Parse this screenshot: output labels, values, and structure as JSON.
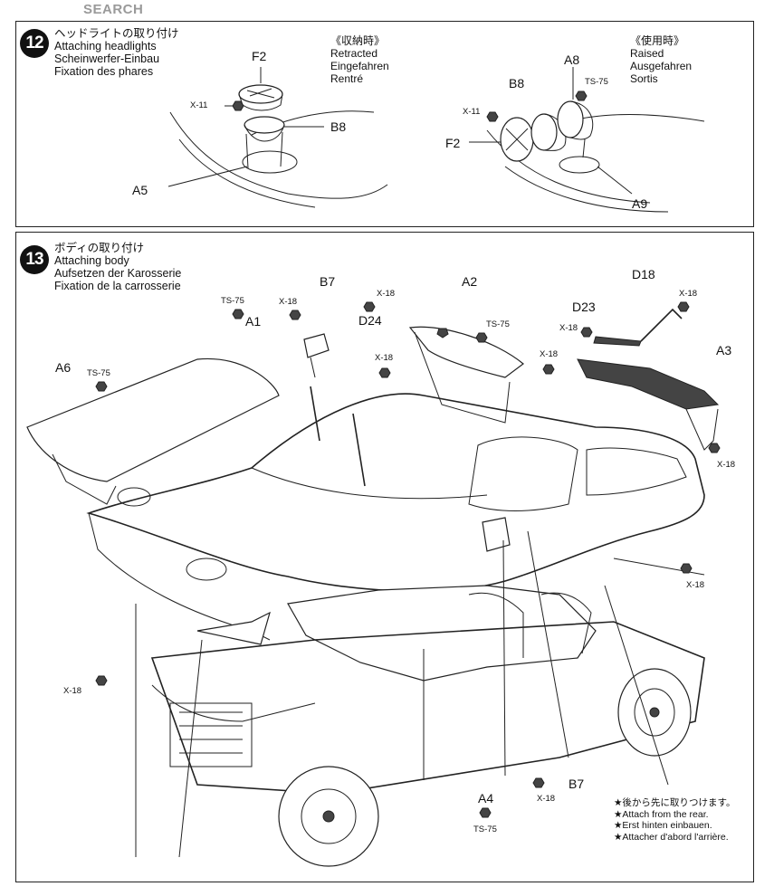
{
  "watermark": "SEARCH",
  "step12": {
    "number": "12",
    "title_jp": "ヘッドライトの取り付け",
    "title_en": "Attaching headlights",
    "title_de": "Scheinwerfer-Einbau",
    "title_fr": "Fixation des phares",
    "retracted": {
      "jp": "《収納時》",
      "en": "Retracted",
      "de": "Eingefahren",
      "fr": "Rentré"
    },
    "raised": {
      "jp": "《使用時》",
      "en": "Raised",
      "de": "Ausgefahren",
      "fr": "Sortis"
    },
    "labels": {
      "f2_left": "F2",
      "x11_left": "X-11",
      "b8_left": "B8",
      "a5": "A5",
      "a8": "A8",
      "ts75": "TS-75",
      "b8_right": "B8",
      "x11_right": "X-11",
      "f2_right": "F2",
      "a9": "A9"
    }
  },
  "step13": {
    "number": "13",
    "title_jp": "ボディの取り付け",
    "title_en": "Attaching body",
    "title_de": "Aufsetzen der Karosserie",
    "title_fr": "Fixation de la carrosserie",
    "labels": {
      "b7_top": "B7",
      "a2": "A2",
      "d18": "D18",
      "d23": "D23",
      "ts75_a1": "TS-75",
      "x18_a1": "X-18",
      "x18_top": "X-18",
      "a1": "A1",
      "d24": "D24",
      "ts75_a2": "TS-75",
      "x18_d23": "X-18",
      "x18_d18": "X-18",
      "a6": "A6",
      "ts75_a6": "TS-75",
      "x18_roof": "X-18",
      "x18_spoiler": "X-18",
      "a3": "A3",
      "x18_rear": "X-18",
      "x18_door": "X-18",
      "x18_left": "X-18",
      "x18_bottom": "X-18",
      "b7_bottom": "B7",
      "a4": "A4",
      "ts75_a4": "TS-75"
    },
    "note": {
      "jp": "★後から先に取りつけます。",
      "en": "★Attach from the rear.",
      "de": "★Erst hinten einbauen.",
      "fr": "★Attacher d'abord l'arrière."
    }
  }
}
